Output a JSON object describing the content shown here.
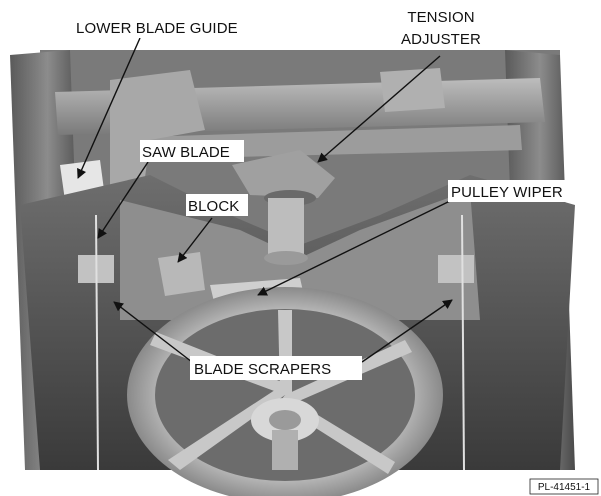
{
  "labels": {
    "lower_blade_guide": "LOWER BLADE GUIDE",
    "tension_line1": "TENSION",
    "tension_line2": "ADJUSTER",
    "saw_blade": "SAW BLADE",
    "block": "BLOCK",
    "pulley_wiper": "PULLEY WIPER",
    "blade_scrapers": "BLADE SCRAPERS"
  },
  "part_number": "PL-41451-1",
  "colors": {
    "metal_dark": "#3c3c3c",
    "metal_mid": "#8a8a8a",
    "metal_light": "#d2d2d2",
    "arrow": "#111111"
  }
}
